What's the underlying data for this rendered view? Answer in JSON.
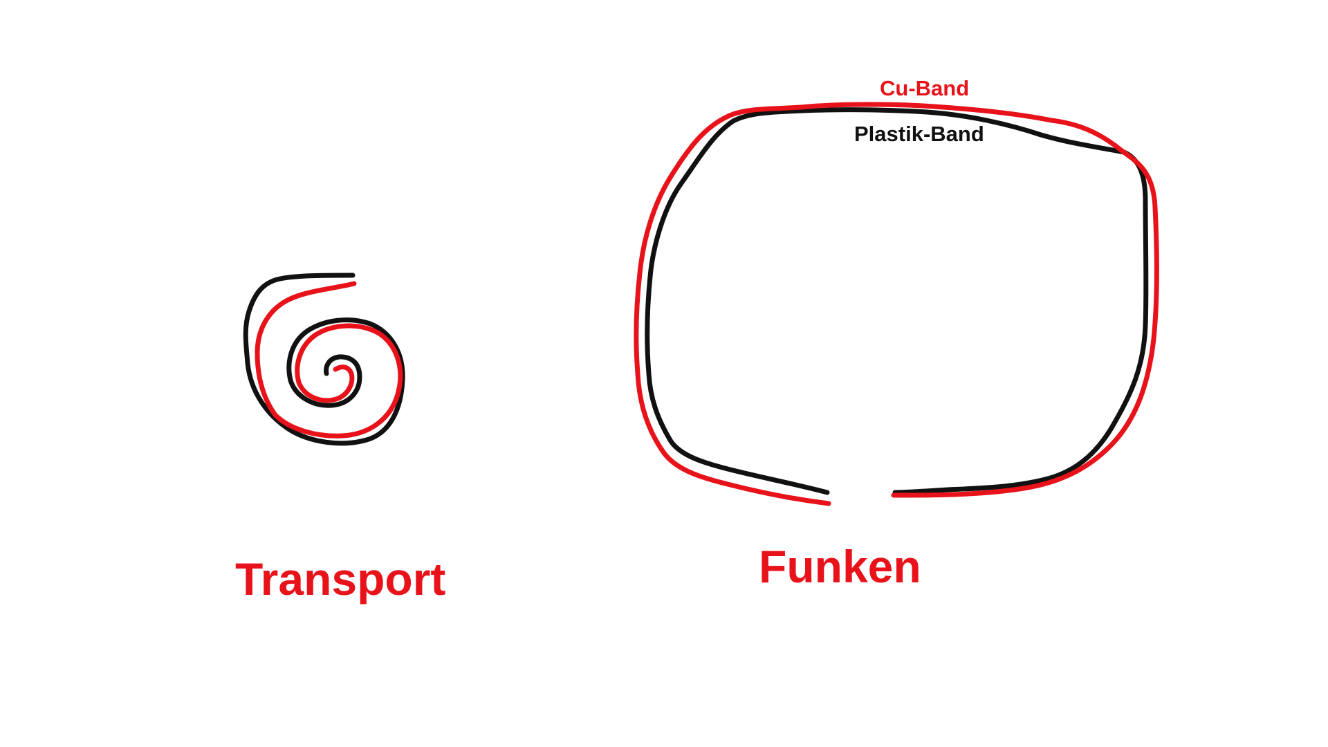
{
  "colors": {
    "background": "#ffffff",
    "copper": "#e8121a",
    "plastic": "#111111"
  },
  "labels": {
    "transport": "Transport",
    "funken": "Funken",
    "cu_band": "Cu-Band",
    "plastik_band": "Plastik-Band"
  }
}
